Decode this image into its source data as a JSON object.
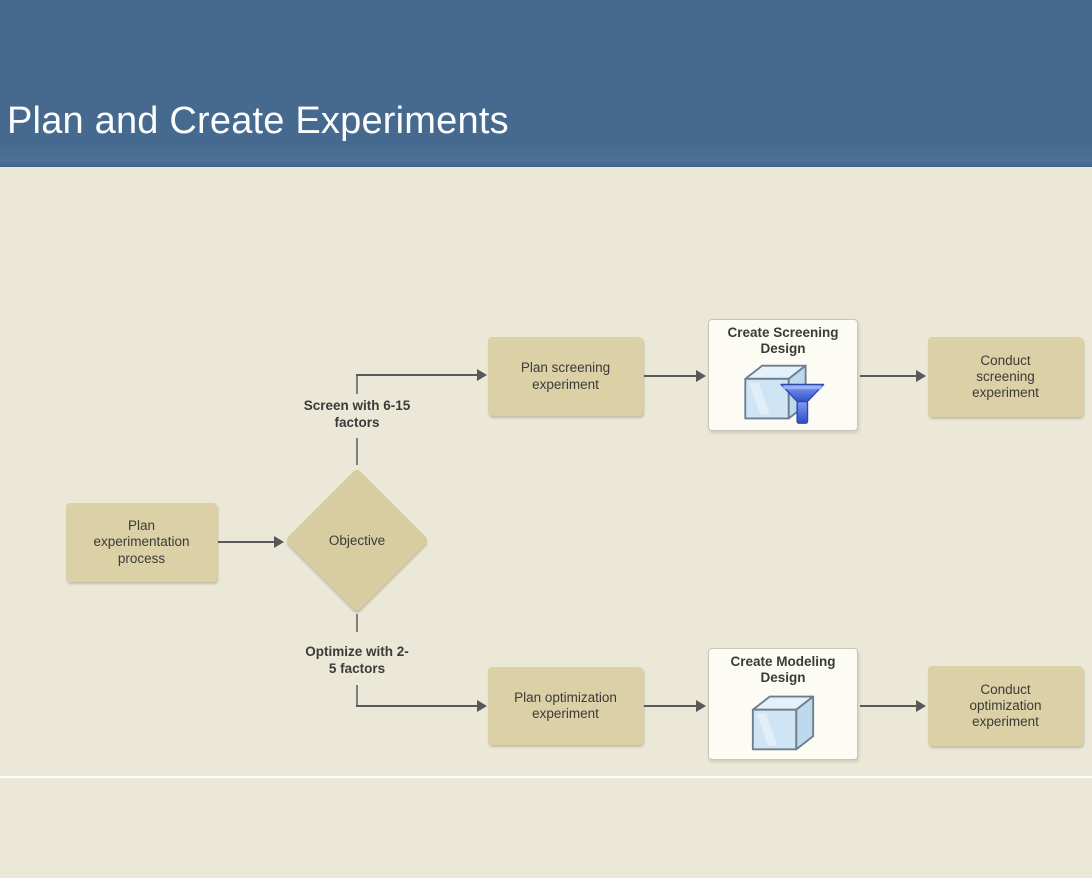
{
  "header": {
    "title": "Plan and Create Experiments"
  },
  "flowchart": {
    "nodes": {
      "plan_process": {
        "label": "Plan experimentation process",
        "type": "process"
      },
      "objective": {
        "label": "Objective",
        "type": "decision"
      },
      "plan_screening": {
        "label": "Plan screening experiment",
        "type": "process"
      },
      "create_screening": {
        "label": "Create Screening Design",
        "type": "action-button",
        "icon": "cube-with-filter-icon"
      },
      "conduct_screening": {
        "label": "Conduct screening experiment",
        "type": "process"
      },
      "plan_optimization": {
        "label": "Plan optimization experiment",
        "type": "process"
      },
      "create_modeling": {
        "label": "Create Modeling Design",
        "type": "action-button",
        "icon": "cube-icon"
      },
      "conduct_optimization": {
        "label": "Conduct optimization experiment",
        "type": "process"
      }
    },
    "branch_labels": {
      "screening": "Screen with 6-15 factors",
      "optimization": "Optimize with 2-5 factors"
    }
  },
  "colors": {
    "header_background": "#45698f",
    "header_text": "#fdfdfd",
    "canvas_background": "#ebe8d7",
    "node_fill": "#dbd0a6",
    "diamond_fill": "#d8cca1",
    "node_text": "#3b3b39",
    "arrow": "#58585b",
    "action_box_fill": "#fcfcf5",
    "action_box_border": "#c6c6ba",
    "cube_icon_blue": "#cfe5f6",
    "funnel_icon_blue": "#3a5ad0",
    "divider": "#fdfcf4"
  }
}
